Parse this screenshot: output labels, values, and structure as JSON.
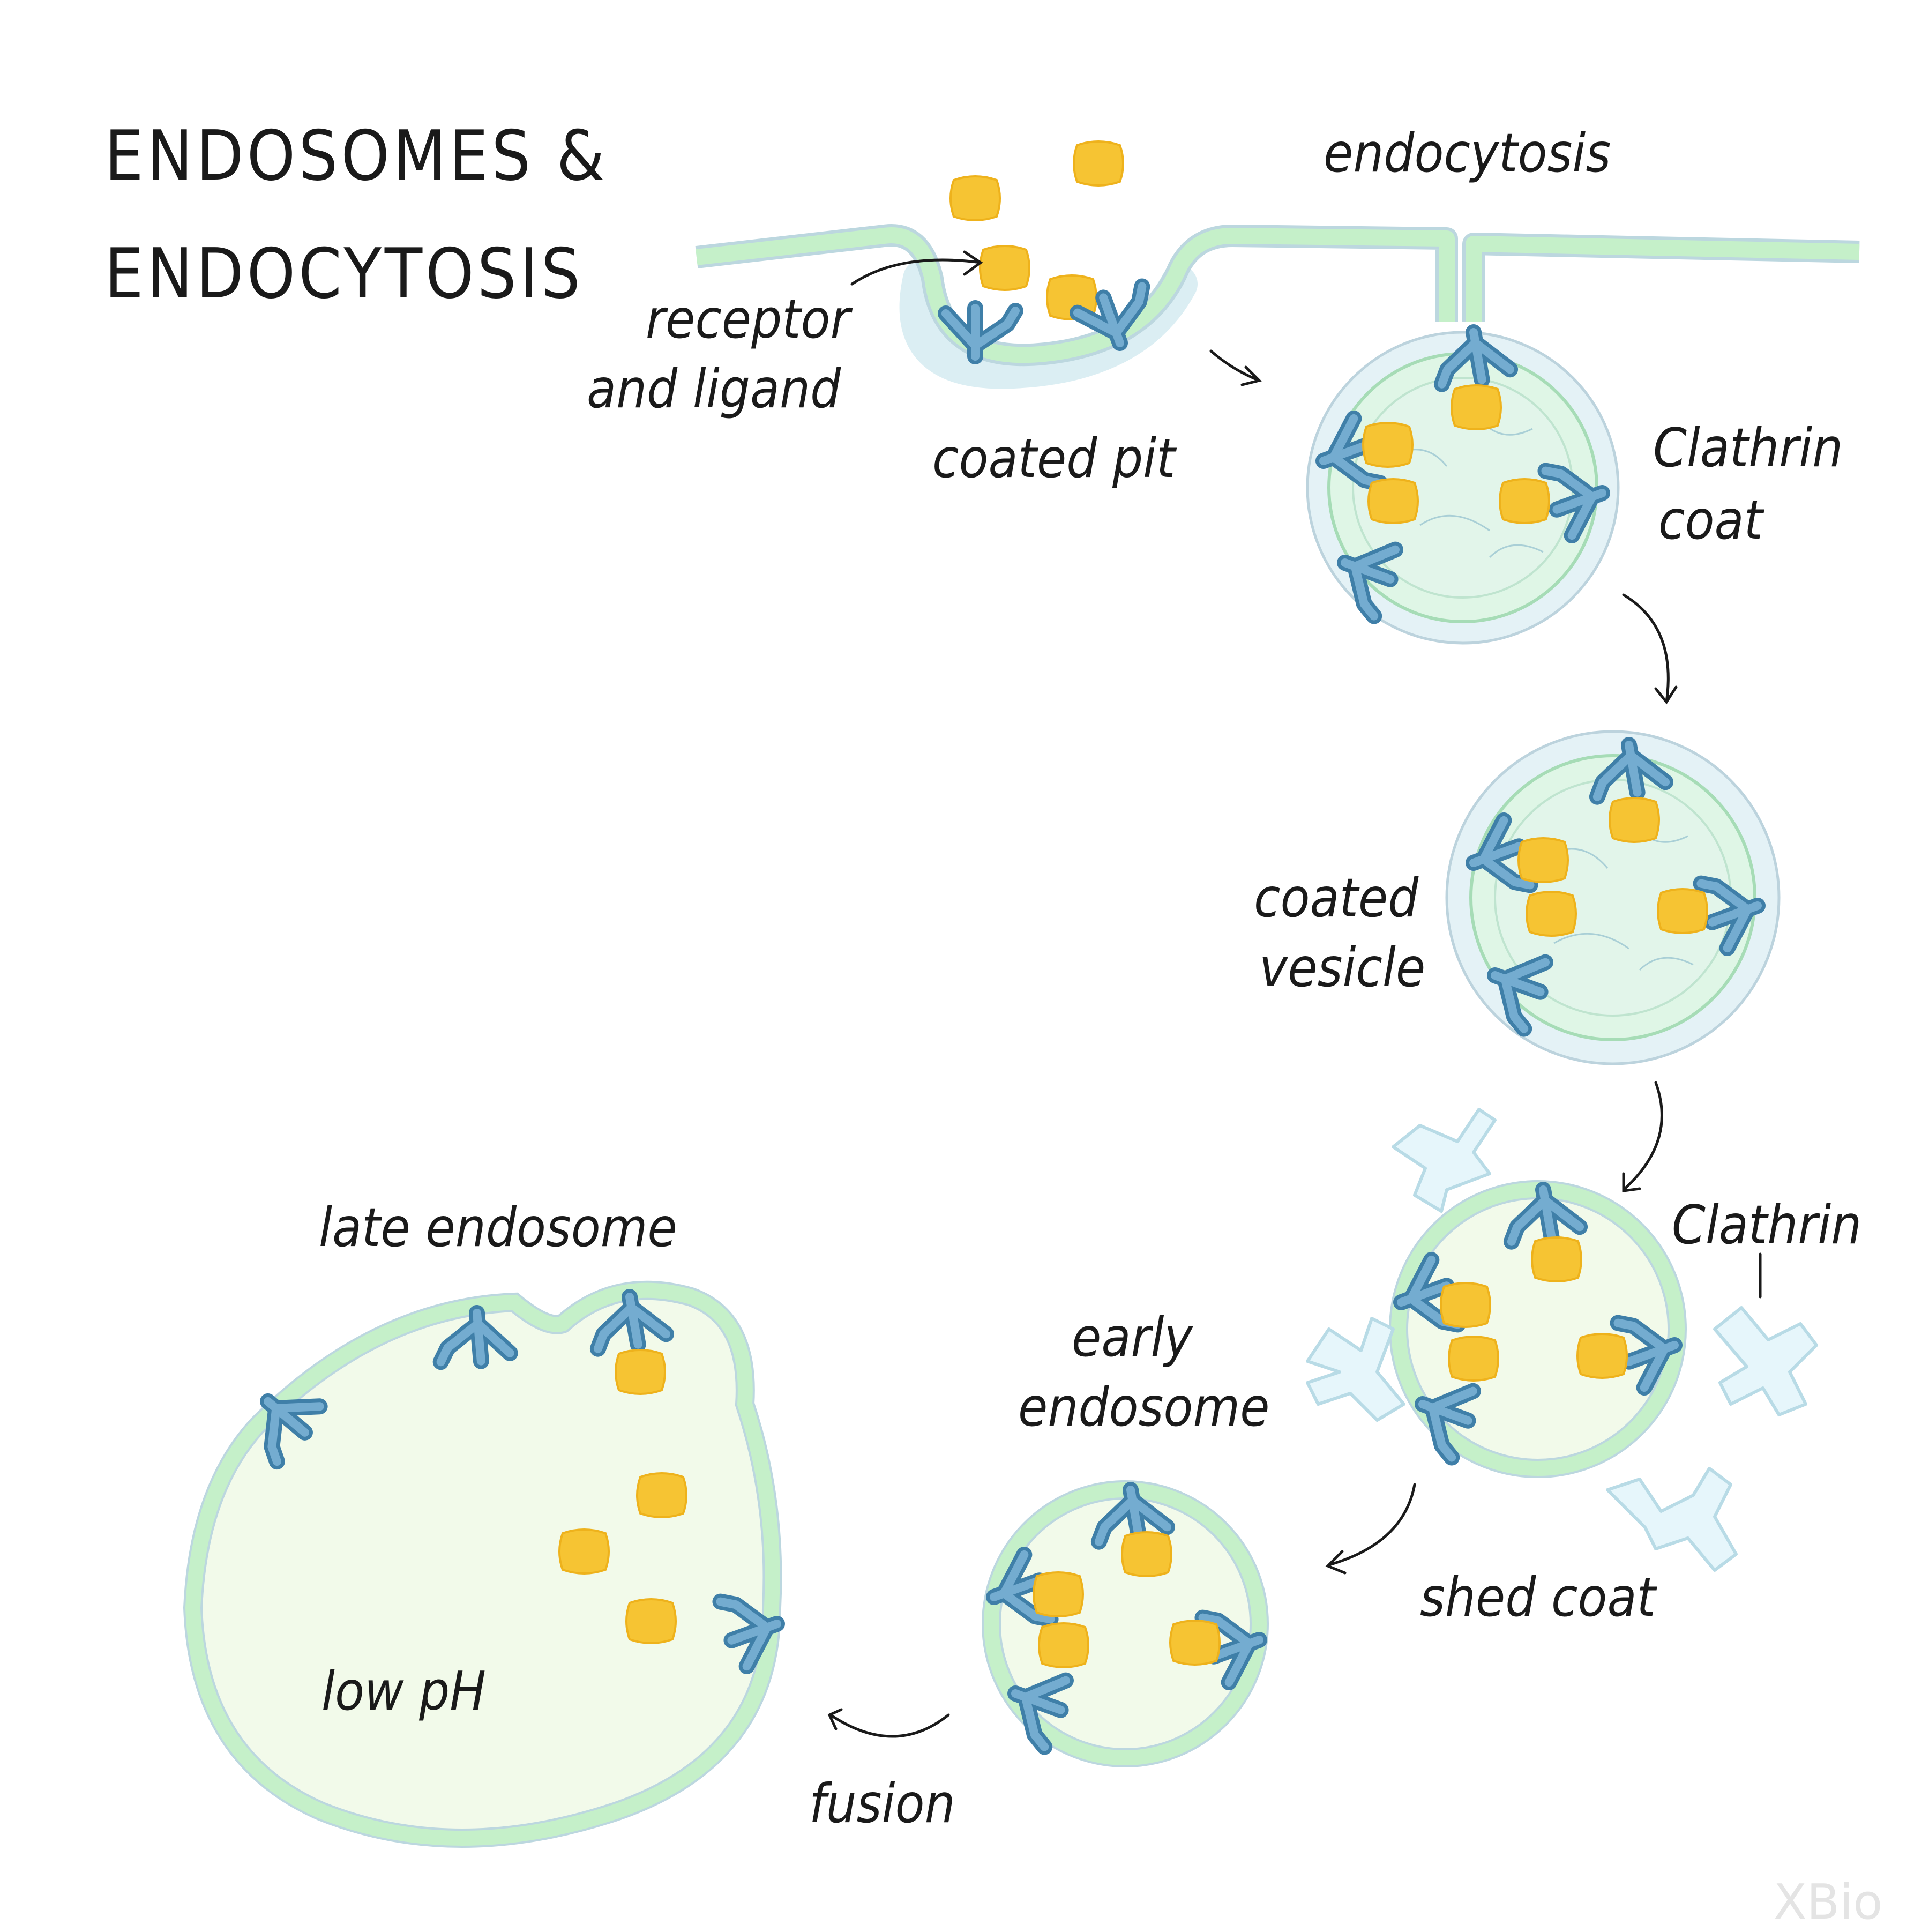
{
  "title": {
    "line1": "ENDOSOMES &",
    "line2": "ENDOCYTOSIS"
  },
  "labels": {
    "endocytosis": "endocytosis",
    "receptor_and_ligand_1": "receptor",
    "receptor_and_ligand_2": "and ligand",
    "coated_pit": "coated pit",
    "clathrin_coat_1": "Clathrin",
    "clathrin_coat_2": "coat",
    "coated_vesicle_1": "coated",
    "coated_vesicle_2": "vesicle",
    "clathrin": "Clathrin",
    "shed_coat": "shed coat",
    "early_endosome_1": "early",
    "early_endosome_2": "endosome",
    "fusion": "fusion",
    "late_endosome": "late endosome",
    "low_ph": "low pH"
  },
  "watermark": "XBio",
  "colors": {
    "membrane_green": "#c5f0c9",
    "membrane_outline": "#bcd7df",
    "lumen": "#f2faea",
    "receptor": "#3f7fa8",
    "ligand": "#f6c433",
    "clathrin": "#e6f6fb"
  }
}
